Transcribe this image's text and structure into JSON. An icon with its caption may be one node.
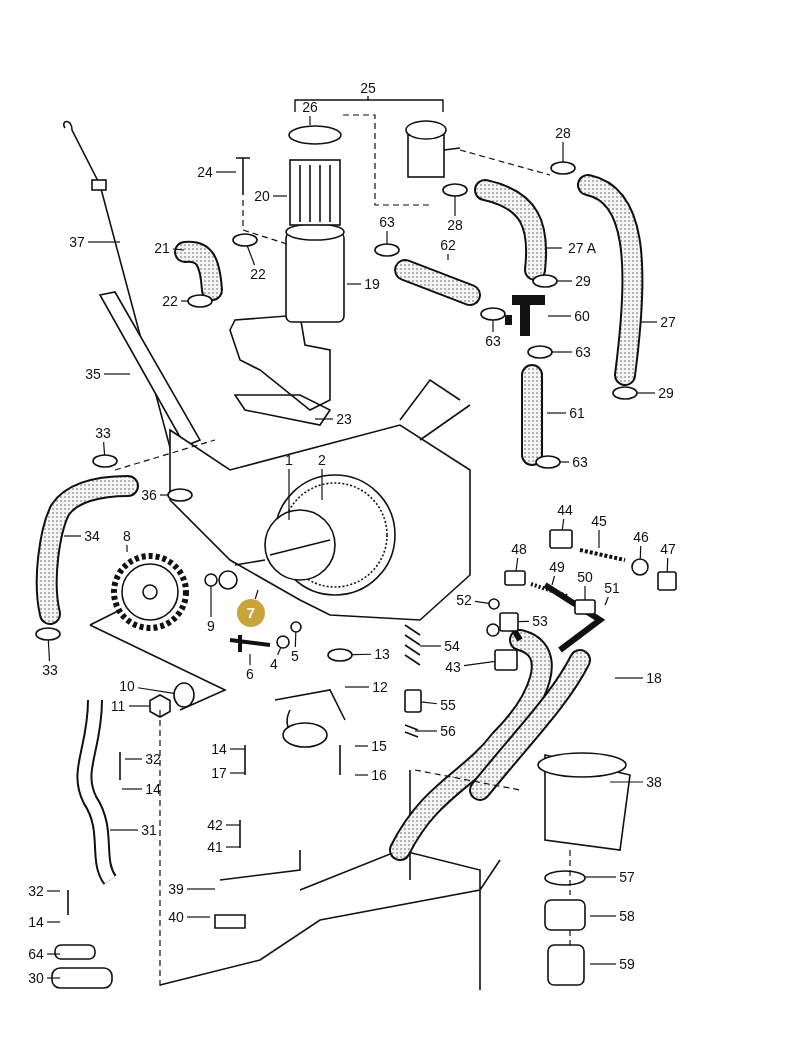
{
  "diagram": {
    "nodes": [
      {
        "text": [
          "25"
        ]
      },
      {
        "text": [
          "26"
        ]
      },
      {
        "text": [
          "28"
        ]
      },
      {
        "text": [
          "24"
        ]
      },
      {
        "text": [
          "20"
        ]
      },
      {
        "text": [
          "37"
        ]
      },
      {
        "text": [
          "21"
        ]
      },
      {
        "text": [
          "63"
        ]
      },
      {
        "text": [
          "28"
        ]
      },
      {
        "text": [
          "62"
        ]
      },
      {
        "text": [
          "27 A"
        ]
      },
      {
        "text": [
          "22"
        ]
      },
      {
        "text": [
          "29"
        ]
      },
      {
        "text": [
          "19"
        ]
      },
      {
        "text": [
          "22"
        ]
      },
      {
        "text": [
          "60"
        ]
      },
      {
        "text": [
          "27"
        ]
      },
      {
        "text": [
          "63"
        ]
      },
      {
        "text": [
          "63"
        ]
      },
      {
        "text": [
          "35"
        ]
      },
      {
        "text": [
          "29"
        ]
      },
      {
        "text": [
          "61"
        ]
      },
      {
        "text": [
          "23"
        ]
      },
      {
        "text": [
          "33"
        ]
      },
      {
        "text": [
          "1"
        ]
      },
      {
        "text": [
          "2"
        ]
      },
      {
        "text": [
          "63"
        ]
      },
      {
        "text": [
          "36"
        ]
      },
      {
        "text": [
          "44"
        ]
      },
      {
        "text": [
          "45"
        ]
      },
      {
        "text": [
          "34"
        ]
      },
      {
        "text": [
          "8"
        ]
      },
      {
        "text": [
          "46"
        ]
      },
      {
        "text": [
          "47"
        ]
      },
      {
        "text": [
          "48"
        ]
      },
      {
        "text": [
          "49"
        ]
      },
      {
        "text": [
          "50"
        ]
      },
      {
        "text": [
          "51"
        ]
      },
      {
        "text": [
          "52"
        ]
      },
      {
        "text": [
          "7"
        ]
      },
      {
        "text": [
          "53"
        ]
      },
      {
        "text": [
          "9"
        ]
      },
      {
        "text": [
          "5"
        ]
      },
      {
        "text": [
          "54"
        ]
      },
      {
        "text": [
          "13"
        ]
      },
      {
        "text": [
          "4"
        ]
      },
      {
        "text": [
          "43"
        ]
      },
      {
        "text": [
          "33"
        ]
      },
      {
        "text": [
          "6"
        ]
      },
      {
        "text": [
          "18"
        ]
      },
      {
        "text": [
          "10"
        ]
      },
      {
        "text": [
          "12"
        ]
      },
      {
        "text": [
          "55"
        ]
      },
      {
        "text": [
          "11"
        ]
      },
      {
        "text": [
          "56"
        ]
      },
      {
        "text": [
          "14"
        ]
      },
      {
        "text": [
          "15"
        ]
      },
      {
        "text": [
          "32"
        ]
      },
      {
        "text": [
          "17"
        ]
      },
      {
        "text": [
          "16"
        ]
      },
      {
        "text": [
          "38"
        ]
      },
      {
        "text": [
          "14"
        ]
      },
      {
        "text": [
          "42"
        ]
      },
      {
        "text": [
          "31"
        ]
      },
      {
        "text": [
          "41"
        ]
      },
      {
        "text": [
          "57"
        ]
      },
      {
        "text": [
          "39"
        ]
      },
      {
        "text": [
          "32"
        ]
      },
      {
        "text": [
          "40"
        ]
      },
      {
        "text": [
          "58"
        ]
      },
      {
        "text": [
          "14"
        ]
      },
      {
        "text": [
          "64"
        ]
      },
      {
        "text": [
          "59"
        ]
      },
      {
        "text": [
          "30"
        ]
      },
      {
        "text": [],
        "shape": "circle"
      },
      {
        "text": [],
        "shape": "circle"
      },
      {
        "text": [],
        "shape": "circle"
      },
      {
        "text": [],
        "shape": "circle"
      },
      {
        "text": [],
        "shape": "circle"
      },
      {
        "text": [],
        "shape": "circle"
      },
      {
        "text": [],
        "shape": "circle"
      },
      {
        "text": [],
        "shape": "circle"
      },
      {
        "text": [],
        "shape": "circle"
      },
      {
        "text": [],
        "shape": "circle"
      },
      {
        "text": [],
        "shape": "circle"
      },
      {
        "text": [],
        "shape": "circle"
      },
      {
        "text": [],
        "shape": "box"
      },
      {
        "text": [],
        "shape": "circle"
      },
      {
        "text": [],
        "shape": "box"
      },
      {
        "text": [],
        "shape": "box"
      },
      {
        "text": [],
        "shape": "box"
      },
      {
        "text": [],
        "shape": "circle"
      },
      {
        "text": [],
        "shape": "circle"
      },
      {
        "text": [],
        "shape": "circle"
      },
      {
        "text": [],
        "shape": "circle"
      },
      {
        "text": [],
        "shape": "circle"
      },
      {
        "text": [],
        "shape": "box"
      },
      {
        "text": [],
        "shape": "circle"
      },
      {
        "text": [],
        "shape": "circle"
      },
      {
        "text": [],
        "shape": "box"
      },
      {
        "text": [],
        "shape": "hexagon"
      },
      {
        "text": [],
        "shape": "box"
      }
    ],
    "edges": [
      {
        "from": 1,
        "to": null,
        "arrow": "none"
      },
      {
        "from": 2,
        "to": 74,
        "arrow": "none"
      },
      {
        "from": 3,
        "to": null,
        "arrow": "none"
      },
      {
        "from": 4,
        "to": null,
        "arrow": "none"
      },
      {
        "from": 5,
        "to": null,
        "arrow": "none"
      },
      {
        "from": 6,
        "to": null,
        "arrow": "none"
      },
      {
        "from": 7,
        "to": 75,
        "arrow": "none"
      },
      {
        "from": 8,
        "to": 76,
        "arrow": "none"
      },
      {
        "from": 9,
        "to": null,
        "arrow": "none"
      },
      {
        "from": 10,
        "to": null,
        "arrow": "none"
      },
      {
        "from": 11,
        "to": 77,
        "arrow": "none"
      },
      {
        "from": 12,
        "to": 78,
        "arrow": "none"
      },
      {
        "from": 13,
        "to": null,
        "arrow": "none"
      },
      {
        "from": 14,
        "to": 79,
        "arrow": "none"
      },
      {
        "from": 15,
        "to": null,
        "arrow": "none"
      },
      {
        "from": 16,
        "to": null,
        "arrow": "none"
      },
      {
        "from": 17,
        "to": 80,
        "arrow": "none"
      },
      {
        "from": 18,
        "to": 81,
        "arrow": "none"
      },
      {
        "from": 19,
        "to": null,
        "arrow": "none"
      },
      {
        "from": 20,
        "to": 82,
        "arrow": "none"
      },
      {
        "from": 21,
        "to": null,
        "arrow": "none"
      },
      {
        "from": 22,
        "to": null,
        "arrow": "none"
      },
      {
        "from": 23,
        "to": 83,
        "arrow": "none"
      },
      {
        "from": 24,
        "to": null,
        "arrow": "none"
      },
      {
        "from": 25,
        "to": null,
        "arrow": "none"
      },
      {
        "from": 26,
        "to": 84,
        "arrow": "none"
      },
      {
        "from": 27,
        "to": 85,
        "arrow": "none"
      },
      {
        "from": 28,
        "to": 86,
        "arrow": "none"
      },
      {
        "from": 29,
        "to": null,
        "arrow": "none"
      },
      {
        "from": 30,
        "to": null,
        "arrow": "none"
      },
      {
        "from": 31,
        "to": null,
        "arrow": "none"
      },
      {
        "from": 32,
        "to": 87,
        "arrow": "none"
      },
      {
        "from": 33,
        "to": 88,
        "arrow": "none"
      },
      {
        "from": 34,
        "to": 89,
        "arrow": "none"
      },
      {
        "from": 35,
        "to": null,
        "arrow": "none"
      },
      {
        "from": 36,
        "to": 90,
        "arrow": "none"
      },
      {
        "from": 37,
        "to": null,
        "arrow": "none"
      },
      {
        "from": 38,
        "to": 91,
        "arrow": "none"
      },
      {
        "from": 39,
        "to": null,
        "arrow": "none"
      },
      {
        "from": 40,
        "to": 101,
        "arrow": "none"
      },
      {
        "from": 41,
        "to": 92,
        "arrow": "none"
      },
      {
        "from": 42,
        "to": 93,
        "arrow": "none"
      },
      {
        "from": 43,
        "to": null,
        "arrow": "none"
      },
      {
        "from": 44,
        "to": 94,
        "arrow": "none"
      },
      {
        "from": 45,
        "to": 95,
        "arrow": "none"
      },
      {
        "from": 46,
        "to": 96,
        "arrow": "none"
      },
      {
        "from": 47,
        "to": 97,
        "arrow": "none"
      },
      {
        "from": 48,
        "to": null,
        "arrow": "none"
      },
      {
        "from": 49,
        "to": null,
        "arrow": "none"
      },
      {
        "from": 50,
        "to": 98,
        "arrow": "none"
      },
      {
        "from": 51,
        "to": null,
        "arrow": "none"
      },
      {
        "from": 52,
        "to": 99,
        "arrow": "none"
      },
      {
        "from": 53,
        "to": 100,
        "arrow": "none"
      },
      {
        "from": 54,
        "to": null,
        "arrow": "none"
      },
      {
        "from": 55,
        "to": null,
        "arrow": "none"
      },
      {
        "from": 56,
        "to": null,
        "arrow": "none"
      },
      {
        "from": 57,
        "to": null,
        "arrow": "none"
      },
      {
        "from": 58,
        "to": null,
        "arrow": "none"
      },
      {
        "from": 59,
        "to": null,
        "arrow": "none"
      },
      {
        "from": 60,
        "to": null,
        "arrow": "none"
      },
      {
        "from": 61,
        "to": null,
        "arrow": "none"
      },
      {
        "from": 62,
        "to": null,
        "arrow": "none"
      },
      {
        "from": 63,
        "to": null,
        "arrow": "none"
      },
      {
        "from": 64,
        "to": null,
        "arrow": "none"
      },
      {
        "from": 65,
        "to": null,
        "arrow": "none"
      },
      {
        "from": 66,
        "to": null,
        "arrow": "none"
      },
      {
        "from": 67,
        "to": null,
        "arrow": "none"
      },
      {
        "from": 68,
        "to": null,
        "arrow": "none"
      },
      {
        "from": 69,
        "to": null,
        "arrow": "none"
      },
      {
        "from": 70,
        "to": null,
        "arrow": "none"
      },
      {
        "from": 71,
        "to": null,
        "arrow": "none"
      },
      {
        "from": 72,
        "to": null,
        "arrow": "none"
      },
      {
        "from": 73,
        "to": null,
        "arrow": "none"
      }
    ]
  }
}
